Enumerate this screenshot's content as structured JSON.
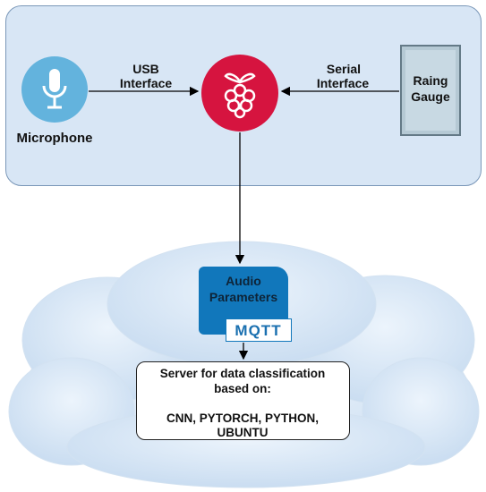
{
  "microphone": {
    "label": "Microphone"
  },
  "usb_link": {
    "line1": "USB",
    "line2": "Interface"
  },
  "serial_link": {
    "line1": "Serial",
    "line2": "Interface"
  },
  "gauge": {
    "line1": "Raing",
    "line2": "Gauge"
  },
  "audio": {
    "line1": "Audio",
    "line2": "Parameters",
    "tag": "MQTT"
  },
  "server": {
    "line1": "Server for data classification",
    "line2": "based on:",
    "line3": "CNN, PYTORCH, PYTHON,",
    "line4": "UBUNTU"
  },
  "icons": {
    "microphone": "microphone-icon",
    "raspberry_pi": "raspberry-pi-icon",
    "cloud": "cloud-shape"
  },
  "colors": {
    "edge_panel": "#d8e6f5",
    "mic_circle": "#63b3dd",
    "rpi_circle": "#d6143f",
    "gauge_fill": "#c8d9e3",
    "mqtt_blue": "#1177bb",
    "cloud": "#cfe1f5"
  }
}
